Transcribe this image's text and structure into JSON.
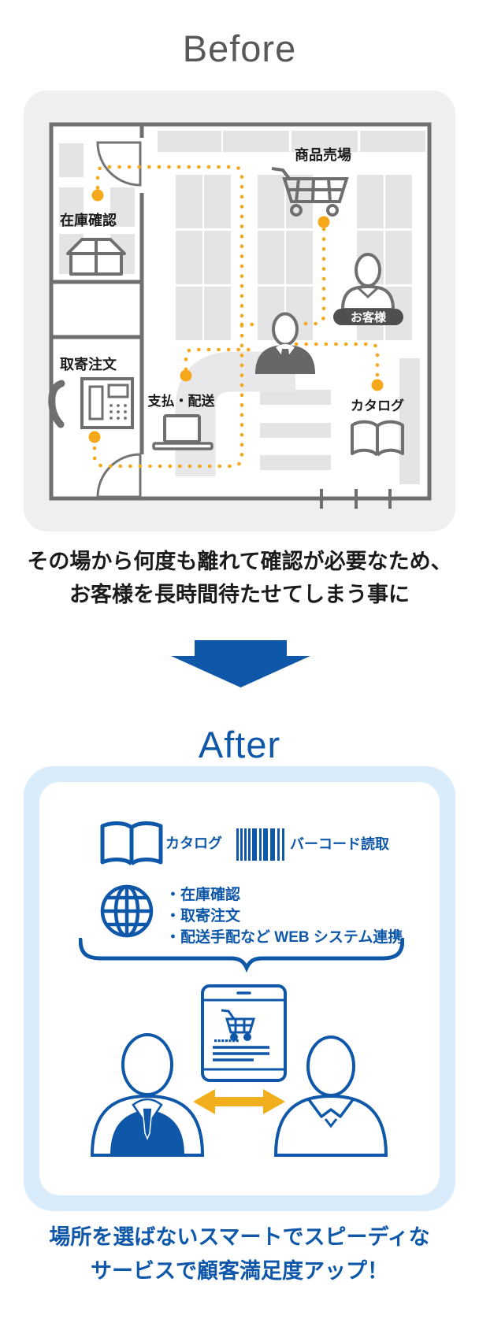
{
  "before": {
    "title": "Before",
    "plan": {
      "stock_check": "在庫確認",
      "back_order": "取寄注文",
      "payment_delivery": "支払・配送",
      "sales_floor": "商品売場",
      "customer_badge": "お客様",
      "catalog": "カタログ"
    },
    "caption1": "その場から何度も離れて確認が必要なため、",
    "caption2": "お客様を長時間待たせてしまう事に"
  },
  "after": {
    "title": "After",
    "catalog_label": "カタログ",
    "barcode_label": "バーコード読取",
    "features": [
      "・在庫確認",
      "・取寄注文",
      "・配送手配など WEB システム連携"
    ],
    "caption1": "場所を選ばないスマートでスピーディな",
    "caption2": "サービスで顧客満足度アップ！"
  },
  "icons": {
    "package": "package-box-icon",
    "telephone": "telephone-icon",
    "laptop": "laptop-icon",
    "cart": "shopping-cart-icon",
    "open_book": "open-book-icon",
    "barcode": "barcode-icon",
    "globe": "globe-icon",
    "brace": "curly-brace-icon",
    "tablet": "tablet-icon",
    "down_arrow": "down-arrow-icon",
    "double_arrow": "double-arrow-icon",
    "staff": "staff-person-icon",
    "customer": "customer-person-icon"
  },
  "colors": {
    "title_gray": "#595757",
    "wall_gray": "#6F6F6F",
    "shelf_gray": "#E4E4E6",
    "panel_gray": "#EFEFF1",
    "badge_gray": "#4F4F4F",
    "path_orange": "#F5A81C",
    "arrow_yellow": "#F2AF1D",
    "accent_blue": "#0E57A9",
    "light_blue": "#D9ECFB"
  }
}
